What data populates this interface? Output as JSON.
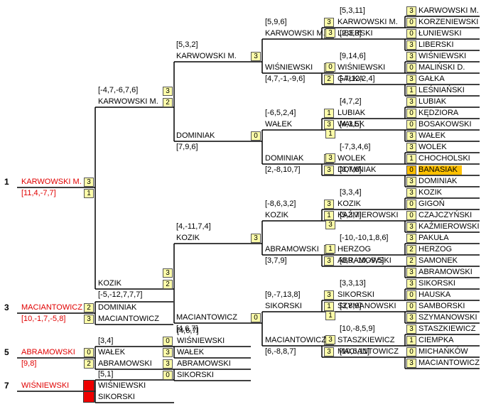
{
  "places": [
    "1",
    "3",
    "5",
    "7"
  ],
  "winner": {
    "name": "KARWOWSKI M.",
    "scores": "[11,4,-7,7]",
    "w": "3",
    "l": "1"
  },
  "third": {
    "name": "MACIANTOWICZ",
    "scores": "[10,-1,7,-5,8]",
    "top": "DOMINIAK",
    "bot": "MACIANTOWICZ",
    "s_top": "2",
    "s_bot": "3"
  },
  "fifth": {
    "name": "ABRAMOWSKI",
    "scores": "[9,8]",
    "top": "WAŁEK",
    "bot": "ABRAMOWSKI",
    "s_top": "0",
    "s_bot": "2",
    "sub_scores": "[3,4]"
  },
  "seventh": {
    "name": "WIŚNIEWSKI",
    "top": "WIŚNIEWSKI",
    "bot": "SIKORSKI",
    "sub_scores": "[5,1]"
  },
  "consolation_r1": [
    {
      "top": "WIŚNIEWSKI",
      "bot": "WAŁEK",
      "s_top": "0",
      "s_bot": "3",
      "scores": "[4,6,7]"
    },
    {
      "top": "ABRAMOWSKI",
      "bot": "SIKORSKI",
      "s_top": "3",
      "s_bot": "0"
    }
  ],
  "r1": [
    {
      "name": "KARWOWSKI M.",
      "score": "3"
    },
    {
      "name": "KORZENIEWSKI",
      "score": "0"
    },
    {
      "name": "ŁUNIEWSKI",
      "score": "0"
    },
    {
      "name": "LIBERSKI",
      "score": "3"
    },
    {
      "name": "WIŚNIEWSKI",
      "score": "3"
    },
    {
      "name": "MALIŃSKI D.",
      "score": "0"
    },
    {
      "name": "GAŁKA",
      "score": "3"
    },
    {
      "name": "LEŚNIAŃSKI",
      "score": "1"
    },
    {
      "name": "LUBIAK",
      "score": "3"
    },
    {
      "name": "KĘDZIORA",
      "score": "0"
    },
    {
      "name": "BOSAKOWSKI",
      "score": "0"
    },
    {
      "name": "WAŁEK",
      "score": "3"
    },
    {
      "name": "WOLEK",
      "score": "3"
    },
    {
      "name": "CHOCHOLSKI",
      "score": "1"
    },
    {
      "name": "BANASIAK",
      "score": "0"
    },
    {
      "name": "DOMINIAK",
      "score": "3"
    },
    {
      "name": "KOZIK",
      "score": "3"
    },
    {
      "name": "GIGOŃ",
      "score": "0"
    },
    {
      "name": "CZAJCZYŃSKI",
      "score": "0"
    },
    {
      "name": "KAŹMIEROWSKI",
      "score": "3"
    },
    {
      "name": "PAKUŁA",
      "score": "3"
    },
    {
      "name": "HERZOG",
      "score": "2"
    },
    {
      "name": "SAMONEK",
      "score": "2"
    },
    {
      "name": "ABRAMOWSKI",
      "score": "3"
    },
    {
      "name": "SIKORSKI",
      "score": "3"
    },
    {
      "name": "HAUSKA",
      "score": "0"
    },
    {
      "name": "SAMBORSKI",
      "score": "0"
    },
    {
      "name": "SZYMANOWSKI",
      "score": "3"
    },
    {
      "name": "STASZKIEWICZ",
      "score": "3"
    },
    {
      "name": "CIEMPKA",
      "score": "1"
    },
    {
      "name": "MICHAŃKÓW",
      "score": "0"
    },
    {
      "name": "MACIANTOWICZ",
      "score": "3"
    }
  ],
  "r1_scores": [
    "[5,3,11]",
    "[2,3,3]",
    "[9,14,6]",
    "[-7,12,2,4]",
    "[4,7,2]",
    "[4,3,5]",
    "[-7,3,4,6]",
    "[3,7,6]",
    "[3,3,4]",
    "[5,3,7]",
    "[-10,-10,1,8,6]",
    "[0,9,-10,-9,5]",
    "[3,3,13]",
    "[3,8,9]",
    "[10,-8,5,9]",
    "[10,6,11]"
  ],
  "r2": [
    {
      "top": "KARWOWSKI M.",
      "bot": "LIBERSKI",
      "s_top": "3",
      "s_bot": "0"
    },
    {
      "top": "WIŚNIEWSKI",
      "bot": "GAŁKA",
      "s_top": "3",
      "s_bot": "2"
    },
    {
      "top": "LUBIAK",
      "bot": "WAŁEK",
      "s_top": "1",
      "s_bot": "3"
    },
    {
      "top": "WOLEK",
      "bot": "DOMINIAK",
      "s_top": "1",
      "s_bot": "3"
    },
    {
      "top": "KOZIK",
      "bot": "KAŹMIEROWSKI",
      "s_top": "3",
      "s_bot": "1"
    },
    {
      "top": "HERZOG",
      "bot": "ABRAMOWSKI",
      "s_top": "0",
      "s_bot": "3"
    },
    {
      "top": "SIKORSKI",
      "bot": "SZYMANOWSKI",
      "s_top": "3",
      "s_bot": "1"
    },
    {
      "top": "STASZKIEWICZ",
      "bot": "MACIANTOWICZ",
      "s_top": "1",
      "s_bot": "3"
    }
  ],
  "r3": [
    {
      "top": "KARWOWSKI M.",
      "bot": "WIŚNIEWSKI",
      "s_top": "3",
      "s_bot": "0",
      "sc_above": "[5,9,6]",
      "sc_below": "[4,7,-1,-9,6]"
    },
    {
      "top": "WAŁEK",
      "bot": "DOMINIAK",
      "s_top": "1",
      "s_bot": "3",
      "sc_above": "[-6,5,2,4]",
      "sc_below": "[2,-8,10,7]"
    },
    {
      "top": "KOZIK",
      "bot": "ABRAMOWSKI",
      "s_top": "3",
      "s_bot": "1",
      "sc_above": "[-8,6,3,2]",
      "sc_below": "[3,7,9]"
    },
    {
      "top": "SIKORSKI",
      "bot": "MACIANTOWICZ",
      "s_top": "1",
      "s_bot": "3",
      "sc_above": "[9,-7,13,8]",
      "sc_below": "[6,-8,8,7]"
    }
  ],
  "r4": [
    {
      "top": "KARWOWSKI M.",
      "bot": "DOMINIAK",
      "s_top": "3",
      "s_bot": "0",
      "sc_above": "[5,3,2]",
      "sc_below": "[7,9,6]"
    },
    {
      "top": "KOZIK",
      "bot": "MACIANTOWICZ",
      "s_top": "3",
      "s_bot": "0",
      "sc_above": "[4,-11,7,4]",
      "sc_below": "[4,6,7]"
    }
  ],
  "r5": {
    "top": "KARWOWSKI M.",
    "bot": "KOZIK",
    "s_top": "3",
    "s_bot": "2",
    "sc_above": "[-4,7,-6,7,6]",
    "sc_below": "[-5,-12,7,7,7]"
  },
  "highlight": "BANASIAK",
  "colors": {
    "score_bg": "#ffffaa",
    "highlight": "#ffc000",
    "place_red": "#e00000",
    "seventh_box": "#ee0000"
  }
}
